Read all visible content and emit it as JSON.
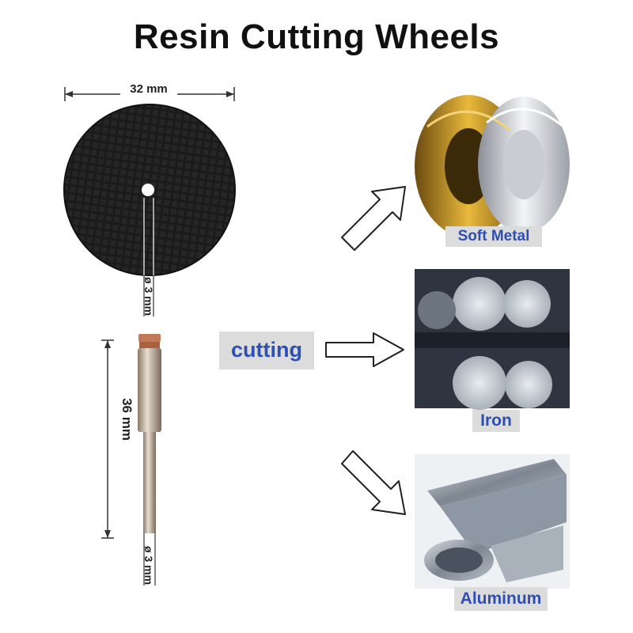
{
  "title": "Resin Cutting Wheels",
  "dimensions": {
    "wheel_diameter": "32 mm",
    "wheel_hole": "ø 3 mm",
    "mandrel_length": "36 mm",
    "mandrel_shaft": "ø 3 mm"
  },
  "center_label": "cutting",
  "materials": [
    {
      "label": "Soft Metal",
      "icon": "wire-coil-icon"
    },
    {
      "label": "Iron",
      "icon": "steel-rod-icon"
    },
    {
      "label": "Aluminum",
      "icon": "aluminum-profile-icon"
    }
  ],
  "colors": {
    "label_text": "#2f4fb0",
    "label_bg": "#dcdcdc",
    "wheel": "#1b1b1b"
  }
}
